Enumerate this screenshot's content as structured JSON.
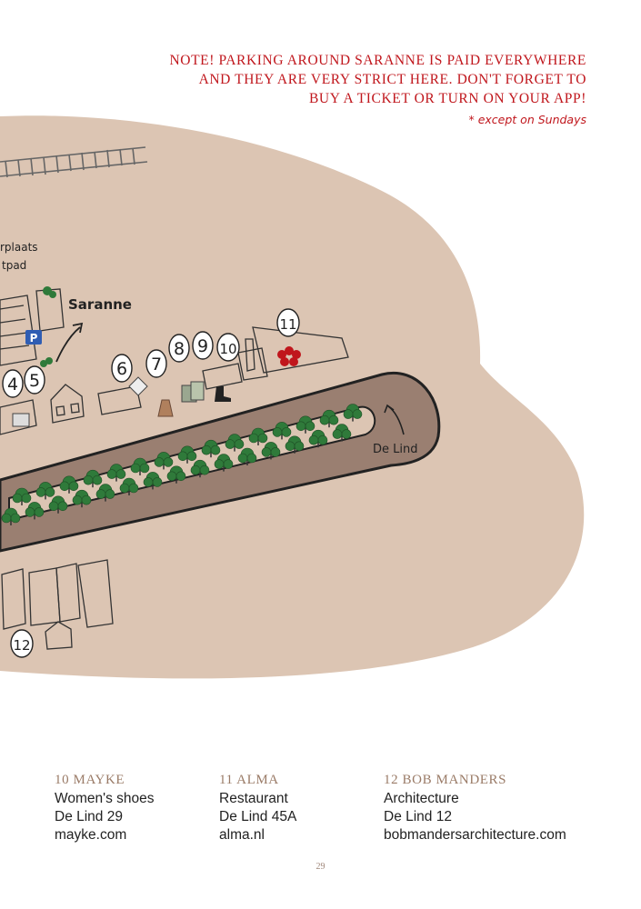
{
  "note": {
    "lines": [
      "NOTE! PARKING AROUND SARANNE IS PAID EVERYWHERE",
      "AND THEY ARE VERY STRICT HERE. DON'T FORGET TO",
      "BUY A TICKET OR TURN ON YOUR APP!"
    ],
    "footnote": "* except on Sundays"
  },
  "map": {
    "colors": {
      "land": "#dcc5b3",
      "road": "#9a7f71",
      "tree": "#2f7a3a",
      "marker_red": "#c0161c"
    },
    "labels": {
      "saranne": "Saranne",
      "de_lind": "De Lind",
      "partial_top": "rplaats",
      "partial_bottom": "tpad",
      "parking": "P"
    },
    "markers": [
      "4",
      "5",
      "6",
      "7",
      "8",
      "9",
      "10",
      "11",
      "12"
    ]
  },
  "entries": [
    {
      "title": "10 MAYKE",
      "lines": [
        "Women's shoes",
        "De Lind 29",
        "mayke.com"
      ]
    },
    {
      "title": "11 ALMA",
      "lines": [
        "Restaurant",
        "De Lind 45A",
        "alma.nl"
      ]
    },
    {
      "title": "12 BOB MANDERS",
      "lines": [
        "Architecture",
        "De Lind 12",
        "bobmandersarchitecture.com"
      ]
    }
  ],
  "page_number": "29"
}
